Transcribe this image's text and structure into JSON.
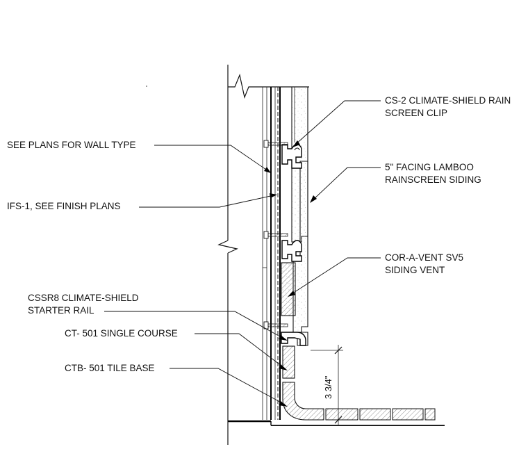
{
  "callouts": {
    "wall_type": "SEE PLANS FOR WALL TYPE",
    "ifs": "IFS-1, SEE FINISH PLANS",
    "starter_rail_line1": "CSSR8 CLIMATE-SHIELD",
    "starter_rail_line2": "STARTER RAIL",
    "single_course": "CT- 501 SINGLE COURSE",
    "tile_base": "CTB- 501 TILE BASE",
    "clip_line1": "CS-2 CLIMATE-SHIELD RAIN",
    "clip_line2": "SCREEN CLIP",
    "siding_line1": "5\" FACING LAMBOO",
    "siding_line2": "RAINSCREEN SIDING",
    "vent_line1": "COR-A-VENT SV5",
    "vent_line2": "SIDING VENT"
  },
  "dimension": {
    "height": "3 3/4\""
  }
}
